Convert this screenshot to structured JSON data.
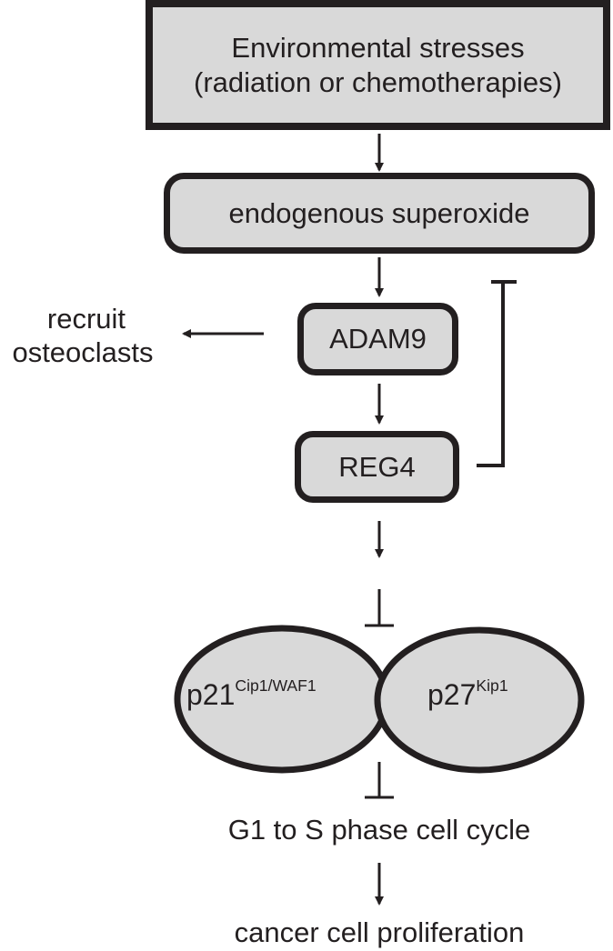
{
  "stress_box": {
    "line1": "Environmental stresses",
    "line2": "(radiation or chemotherapies)"
  },
  "superoxide_box": {
    "label": "endogenous superoxide"
  },
  "adam9_box": {
    "label": "ADAM9"
  },
  "reg4_box": {
    "label": "REG4"
  },
  "side_label": {
    "line1": "recruit",
    "line2": "osteoclasts"
  },
  "p21": {
    "base": "p21",
    "sup": "Cip1/WAF1"
  },
  "p27": {
    "base": "p27",
    "sup": "Kip1"
  },
  "cell_cycle": {
    "label": "G1 to S phase cell cycle"
  },
  "proliferation": {
    "label": "cancer cell proliferation"
  },
  "colors": {
    "ink": "#231f20",
    "fill": "#d9d9d9",
    "background": "#ffffff"
  }
}
